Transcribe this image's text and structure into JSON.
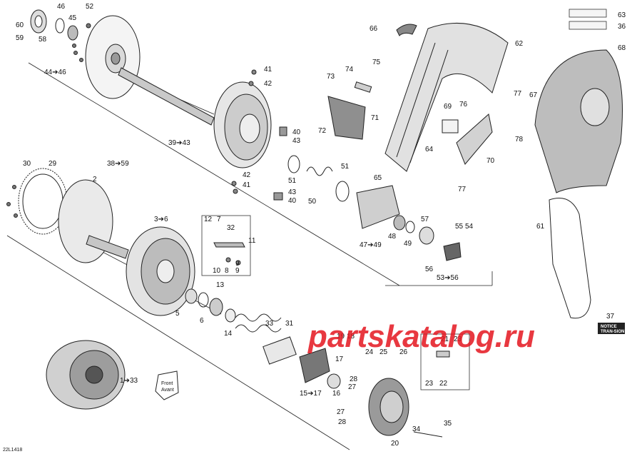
{
  "diagram": {
    "drawing_code": "22L1418",
    "watermark": "partskatalog.ru",
    "front_arrow": {
      "line1": "Front",
      "line2": "Avant"
    },
    "label_plate": {
      "line1": "NOTICE",
      "line2": "TRAN-SION"
    },
    "callouts": [
      "60",
      "59",
      "58",
      "46",
      "45",
      "52",
      "44➔46",
      "41",
      "42",
      "38➔59",
      "39➔43",
      "40",
      "43",
      "42",
      "41",
      "43",
      "40",
      "30",
      "29",
      "2",
      "3➔6",
      "12",
      "7",
      "32",
      "11",
      "10",
      "8",
      "9",
      "9",
      "5",
      "6",
      "13",
      "14",
      "33",
      "31",
      "1➔33",
      "19",
      "18",
      "17",
      "15➔17",
      "16",
      "24",
      "25",
      "26",
      "28",
      "27",
      "27",
      "28",
      "20",
      "34",
      "35",
      "21",
      "23",
      "23",
      "22",
      "73",
      "74",
      "75",
      "71",
      "72",
      "66",
      "62",
      "63",
      "36",
      "65",
      "64",
      "51",
      "51",
      "50",
      "47➔49",
      "48",
      "49",
      "57",
      "55",
      "54",
      "56",
      "53➔56",
      "69",
      "76",
      "77",
      "78",
      "70",
      "77",
      "67",
      "68",
      "61",
      "37"
    ]
  }
}
